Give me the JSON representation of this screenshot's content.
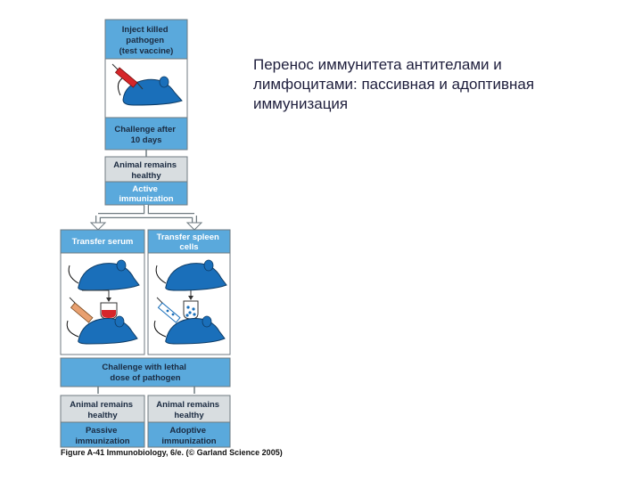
{
  "slide": {
    "title": "Перенос иммунитета антителами и лимфоцитами: пассивная и адоптивная иммунизация"
  },
  "diagram": {
    "step_inject": [
      "Inject killed",
      "pathogen",
      "(test vaccine)"
    ],
    "step_challenge": [
      "Challenge after",
      "10 days"
    ],
    "step_healthy": [
      "Animal remains",
      "healthy"
    ],
    "step_active": [
      "Active",
      "immunization"
    ],
    "transfer_serum": [
      "Transfer serum"
    ],
    "transfer_cells": [
      "Transfer spleen",
      "cells"
    ],
    "challenge_lethal": [
      "Challenge with lethal",
      "dose of pathogen"
    ],
    "left_healthy": [
      "Animal remains",
      "healthy"
    ],
    "right_healthy": [
      "Animal remains",
      "healthy"
    ],
    "passive": [
      "Passive",
      "immunization"
    ],
    "adoptive": [
      "Adoptive",
      "immunization"
    ],
    "caption": "Figure A-41 Immunobiology, 6/e. (© Garland Science 2005)"
  },
  "colors": {
    "box_blue": "#5aa9dc",
    "box_gray": "#d8dde0",
    "mouse_blue": "#1a6fba",
    "syringe_red": "#d6262a",
    "frame": "#6f7a80"
  }
}
